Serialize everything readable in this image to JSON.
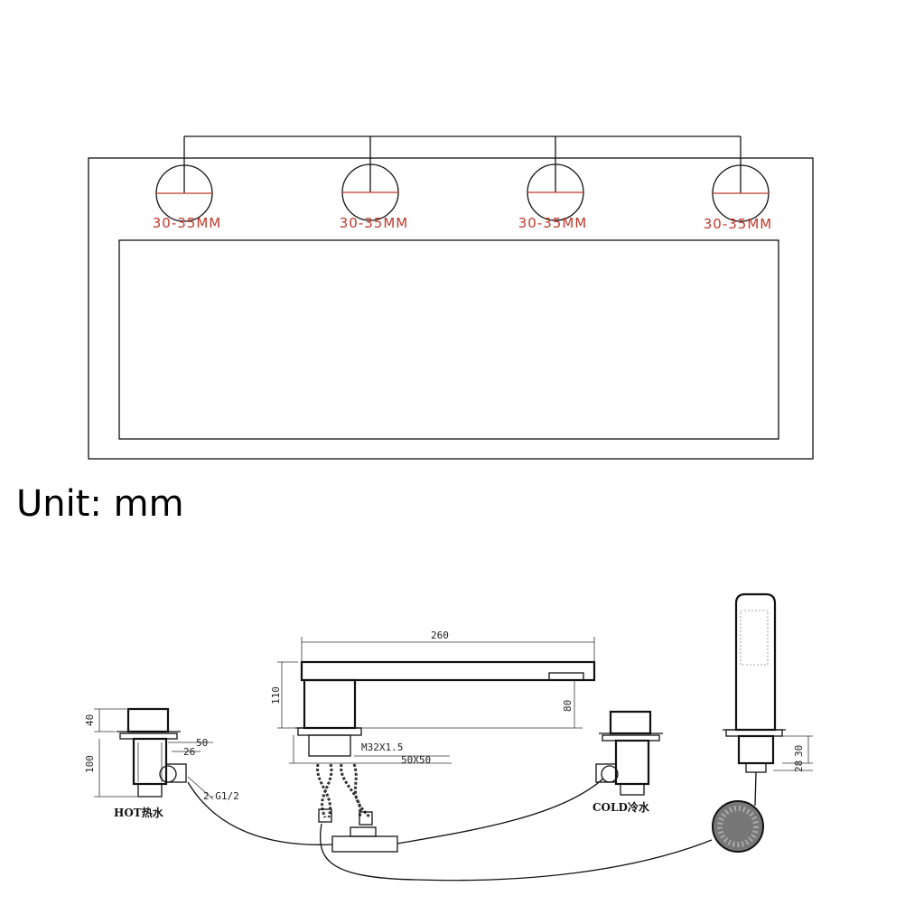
{
  "top_plan": {
    "holes": [
      {
        "label": "30-35MM"
      },
      {
        "label": "30-35MM"
      },
      {
        "label": "30-35MM"
      },
      {
        "label": "30-35MM"
      }
    ],
    "accent_color": "#c0392b"
  },
  "unit_label": "Unit: mm",
  "dimensions": {
    "spout_length": "260",
    "spout_height": "110",
    "spout_drop": "80",
    "base_height": "40",
    "body_height": "100",
    "base_width": "50",
    "outlet_width": "26",
    "thread": "M32X1.5",
    "base_square": "50X50",
    "pipe_thread": "2-G1/2",
    "shower_height": "30",
    "shower_width": "28"
  },
  "labels": {
    "hot": "HOT热水",
    "cold": "COLD冷水"
  }
}
